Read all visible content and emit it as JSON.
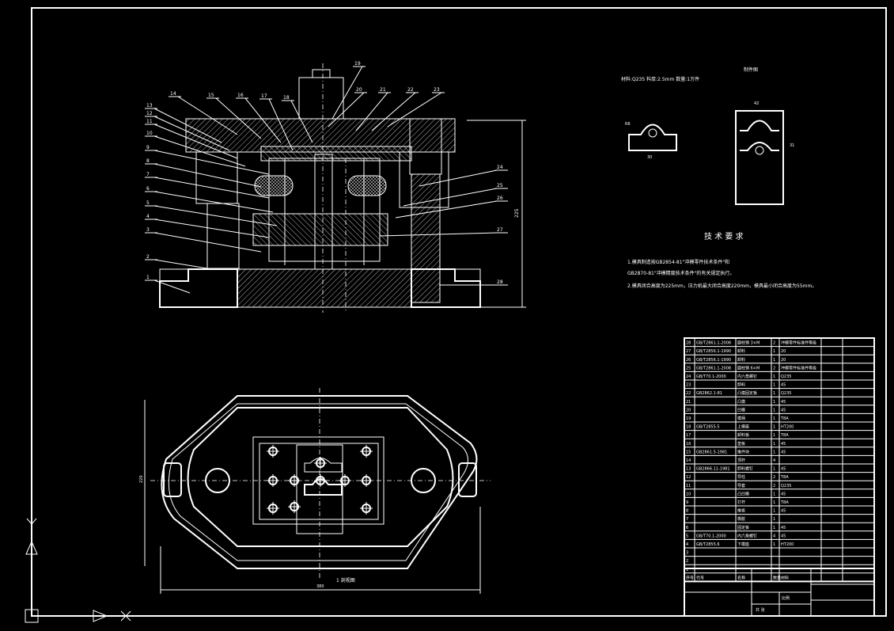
{
  "drawing": {
    "part_numbers": [
      "1",
      "2",
      "3",
      "4",
      "5",
      "6",
      "7",
      "8",
      "9",
      "10",
      "11",
      "12",
      "13",
      "14",
      "15",
      "16",
      "17",
      "18",
      "19",
      "20",
      "21",
      "22",
      "23",
      "24",
      "25",
      "26",
      "27",
      "28"
    ],
    "height_dim": "225",
    "plan_width_dim": "380",
    "plan_height_dim": "220",
    "plan_section_label": "1 剖视图",
    "workpiece_title": "制件图",
    "workpiece_spec": "材料:Q235  料厚:2.5mm  数量:1万件",
    "workpiece_dims": {
      "width_top": "42",
      "width_bot": "30",
      "side": "31",
      "radius": "R6"
    },
    "tech_title": "技 术 要 求",
    "tech_req": [
      "1.模具制造按GB2854-81\"冲模零件技术条件\"和",
      "GB2870-81\"冲模精度技术条件\"的有关规定执行。",
      "2.模具闭合高度为225mm，压力机最大闭合高度220mm，模具最小闭合高度为55mm。"
    ],
    "table_rows": [
      [
        "28",
        "GB/T2861.1-2008",
        "圆柱销 3×M",
        "2",
        "冲模零件标准件等级"
      ],
      [
        "27",
        "GB/T2856.1-1990",
        "卸料",
        "1",
        "20"
      ],
      [
        "26",
        "GB/T2856.1-1990",
        "卸料",
        "1",
        "20"
      ],
      [
        "25",
        "GB/T2861.1-2008",
        "圆柱销 6×M",
        "2",
        "冲模零件标准件等级"
      ],
      [
        "24",
        "GB/T70.1-2000",
        "内六角螺钉",
        "1",
        "Q235"
      ],
      [
        "23",
        "",
        "卸料",
        "1",
        "45"
      ],
      [
        "22",
        "GB2862.1-81",
        "凸模固定板",
        "1",
        "Q235"
      ],
      [
        "21",
        "",
        "凸模",
        "1",
        "45"
      ],
      [
        "20",
        "",
        "凹模",
        "1",
        "45"
      ],
      [
        "19",
        "",
        "模柄",
        "1",
        "T8A"
      ],
      [
        "18",
        "GB/T2855.5",
        "上模座",
        "1",
        "HT200"
      ],
      [
        "17",
        "",
        "卸料板",
        "1",
        "T8A"
      ],
      [
        "16",
        "",
        "垫板",
        "1",
        "45"
      ],
      [
        "15",
        "GB2861.5-1981",
        "推件块",
        "1",
        "45"
      ],
      [
        "14",
        "",
        "顶杆",
        "4",
        ""
      ],
      [
        "13",
        "GB2866.11-1981",
        "卸料螺钉",
        "1",
        "45"
      ],
      [
        "12",
        "",
        "导柱",
        "2",
        "T8A"
      ],
      [
        "11",
        "",
        "导套",
        "2",
        "Q235"
      ],
      [
        "10",
        "",
        "凸凹模",
        "1",
        "45"
      ],
      [
        "9",
        "",
        "打杆",
        "1",
        "T8A"
      ],
      [
        "8",
        "",
        "推板",
        "1",
        "45"
      ],
      [
        "7",
        "",
        "橡胶",
        "1",
        ""
      ],
      [
        "6",
        "",
        "固定板",
        "1",
        "45"
      ],
      [
        "5",
        "GB/T70.1-2000",
        "内六角螺钉",
        "4",
        "45"
      ],
      [
        "4",
        "GB/T2855.6",
        "下模座",
        "1",
        "HT200"
      ],
      [
        "3",
        "",
        "",
        "",
        ""
      ],
      [
        "2",
        "",
        "",
        "",
        ""
      ],
      [
        "1",
        "",
        "",
        "",
        ""
      ]
    ],
    "table_header": [
      "序号",
      "代号",
      "名称",
      "数量",
      "材料"
    ],
    "title_block": {
      "scale": "比例",
      "sheet": "共 张"
    }
  }
}
